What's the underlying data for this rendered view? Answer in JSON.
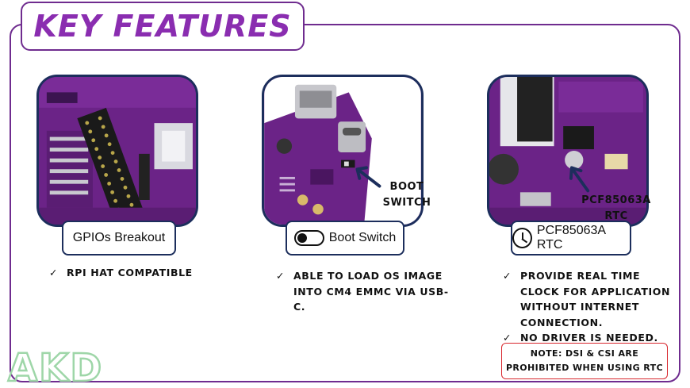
{
  "title": "KEY FEATURES",
  "cards": [
    {
      "label": "GPIOs Breakout",
      "bullets": [
        "RPI HAT COMPATIBLE"
      ]
    },
    {
      "label": "Boot Switch",
      "callout_line1": "BOOT",
      "callout_line2": "SWITCH",
      "bullets": [
        "ABLE TO LOAD OS IMAGE INTO CM4 EMMC VIA USB-C."
      ]
    },
    {
      "label": "PCF85063A RTC",
      "callout_line1": "PCF85063A",
      "callout_line2": "RTC",
      "bullets": [
        "PROVIDE REAL TIME CLOCK FOR APPLICATION WITHOUT INTERNET CONNECTION.",
        "NO DRIVER IS NEEDED."
      ],
      "note_line1": "NOTE: DSI & CSI ARE",
      "note_line2": "PROHIBITED WHEN USING RTC"
    }
  ],
  "logo_text": "AKD",
  "colors": {
    "frame": "#6f2c8f",
    "title": "#8a2db0",
    "pcb": "#6b2387",
    "card_border": "#1c2e5c",
    "note_border": "#d8262d",
    "logo": "#9ed6a8"
  }
}
